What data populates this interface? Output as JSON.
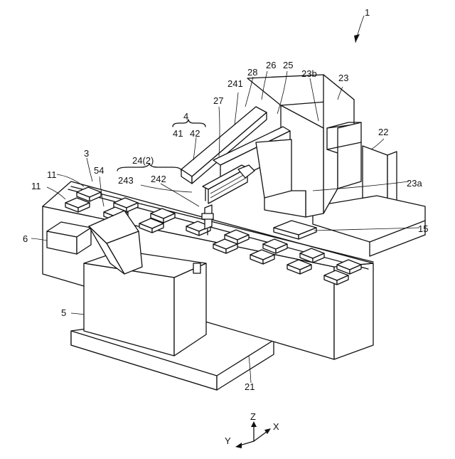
{
  "figure": {
    "reference_numerals": {
      "apparatus": "1",
      "axis_z": "Z",
      "axis_y": "Y",
      "axis_x": "X",
      "base": "21",
      "column": "22",
      "head_unit": "23",
      "head_lower": "23a",
      "head_upper": "23b",
      "group_4": "4",
      "part_41": "41",
      "part_42": "42",
      "part_27": "27",
      "part_241": "241",
      "part_28": "28",
      "part_26": "26",
      "part_25": "25",
      "group_24": "24(2)",
      "part_243": "243",
      "part_242": "242",
      "table": "3",
      "part_54": "54",
      "chip_11a": "11",
      "chip_11b": "11",
      "camera_6": "6",
      "unit_5": "5",
      "stage_15": "15"
    },
    "colors": {
      "line": "#111111",
      "background": "#ffffff"
    }
  }
}
